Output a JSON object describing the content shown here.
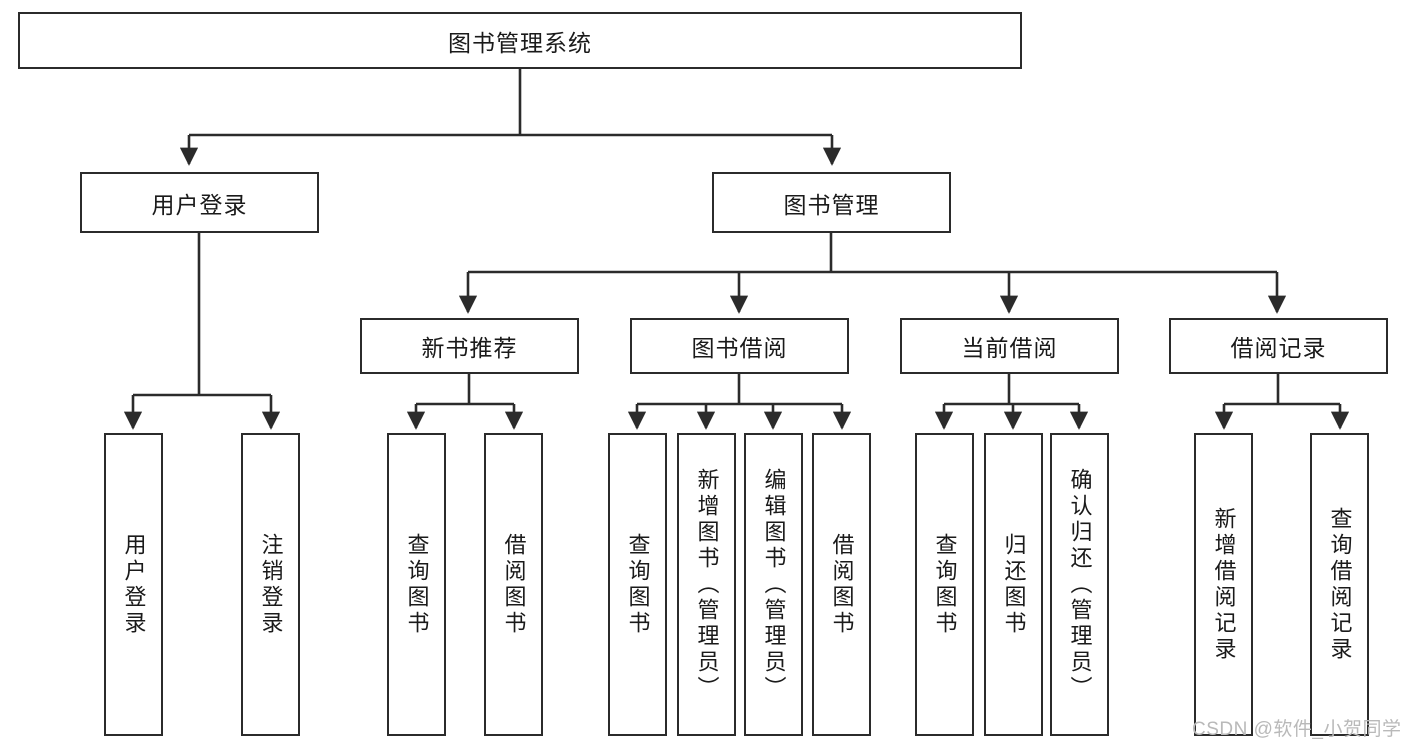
{
  "diagram": {
    "type": "tree",
    "title": "图书管理系统",
    "orientation": "top-down",
    "colors": {
      "stroke": "#2b2b2b",
      "fill": "#ffffff",
      "text": "#1a1a1a",
      "watermark": "#b9b9b9"
    },
    "nodes": {
      "root": {
        "label": "图书管理系统"
      },
      "level1": [
        {
          "id": "user-login",
          "label": "用户登录"
        },
        {
          "id": "book-manage",
          "label": "图书管理"
        }
      ],
      "level2": [
        {
          "id": "new-book-recommend",
          "label": "新书推荐",
          "parent": "book-manage"
        },
        {
          "id": "book-borrow",
          "label": "图书借阅",
          "parent": "book-manage"
        },
        {
          "id": "current-borrow",
          "label": "当前借阅",
          "parent": "book-manage"
        },
        {
          "id": "borrow-record",
          "label": "借阅记录",
          "parent": "book-manage"
        }
      ],
      "leaves": [
        {
          "id": "leaf-user-login",
          "label": "用户登录",
          "parent": "user-login"
        },
        {
          "id": "leaf-user-logout",
          "label": "注销登录",
          "parent": "user-login"
        },
        {
          "id": "leaf-query-book-1",
          "label": "查询图书",
          "parent": "new-book-recommend"
        },
        {
          "id": "leaf-borrow-book-1",
          "label": "借阅图书",
          "parent": "new-book-recommend"
        },
        {
          "id": "leaf-query-book-2",
          "label": "查询图书",
          "parent": "book-borrow"
        },
        {
          "id": "leaf-add-book",
          "label": "新增图书（管理员）",
          "parent": "book-borrow"
        },
        {
          "id": "leaf-edit-book",
          "label": "编辑图书（管理员）",
          "parent": "book-borrow"
        },
        {
          "id": "leaf-borrow-book-2",
          "label": "借阅图书",
          "parent": "book-borrow"
        },
        {
          "id": "leaf-query-book-3",
          "label": "查询图书",
          "parent": "current-borrow"
        },
        {
          "id": "leaf-return-book",
          "label": "归还图书",
          "parent": "current-borrow"
        },
        {
          "id": "leaf-confirm-return",
          "label": "确认归还（管理员）",
          "parent": "current-borrow"
        },
        {
          "id": "leaf-add-record",
          "label": "新增借阅记录",
          "parent": "borrow-record"
        },
        {
          "id": "leaf-query-record",
          "label": "查询借阅记录",
          "parent": "borrow-record"
        }
      ]
    },
    "watermark": "CSDN @软件_小贺同学"
  }
}
